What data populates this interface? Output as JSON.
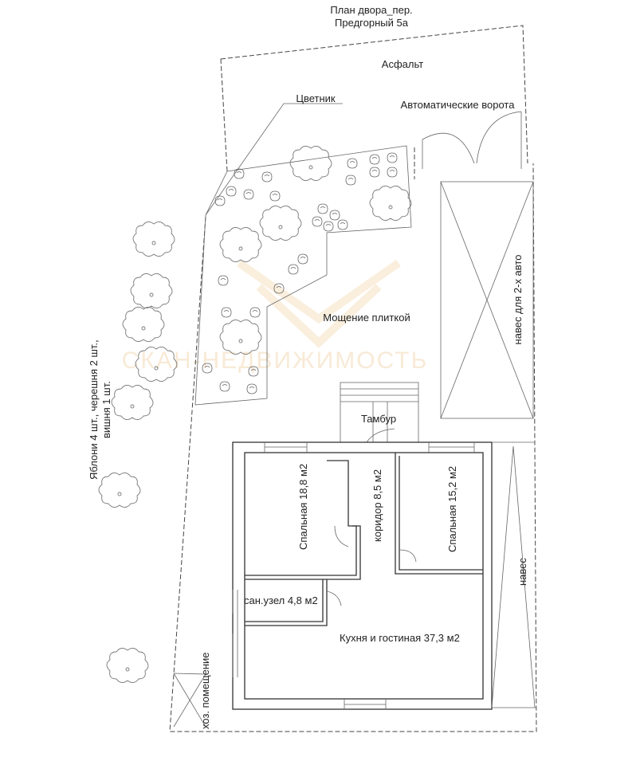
{
  "title": {
    "line1": "План двора_пер.",
    "line2": "Предгорный 5а"
  },
  "labels": {
    "asphalt": "Асфальт",
    "flowerbed": "Цветник",
    "gates": "Автоматические ворота",
    "paving": "Мощение плиткой",
    "carport": "навес для 2-х авто",
    "vestibule": "Тамбур",
    "bedroom1": "Спальная 18,8 м2",
    "corridor": "коридор 8,5 м2",
    "bedroom2": "Спальная 15,2 м2",
    "bathroom": "сан.узел 4,8 м2",
    "kitchen": "Кухня и гостиная 37,3 м2",
    "canopy": "навес",
    "utility": "хоз. помещение",
    "trees_line1": "Яблони 4 шт., черешня 2 шт.,",
    "trees_line2": "вишня 1 шт."
  },
  "watermark": "СКАН-НЕДВИЖИМОСТЬ",
  "colors": {
    "line": "#333333",
    "watermark": "#f3d9b5"
  }
}
